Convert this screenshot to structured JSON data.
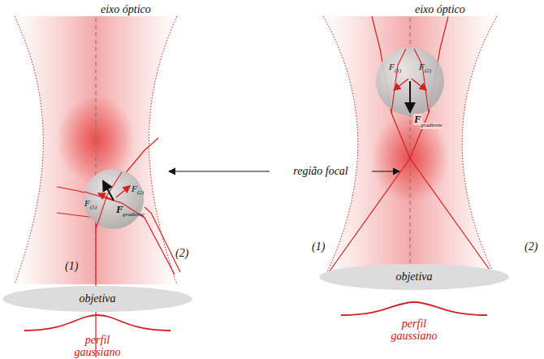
{
  "diagram": {
    "nodes": [
      {
        "text": [
          "objetiva"
        ]
      },
      {
        "text": [
          "objetiva"
        ]
      }
    ],
    "labels": [
      "eixo óptico",
      "eixo óptico",
      "região focal",
      "(1)",
      "(2)",
      "(1)",
      "(2)",
      "perfil gaussiano",
      "perfil gaussiano",
      "F",
      "(1)",
      "F",
      "(2)",
      "F",
      "gradiente",
      "F",
      "(1)",
      "F",
      "(2)",
      "F",
      "gradiente"
    ]
  }
}
